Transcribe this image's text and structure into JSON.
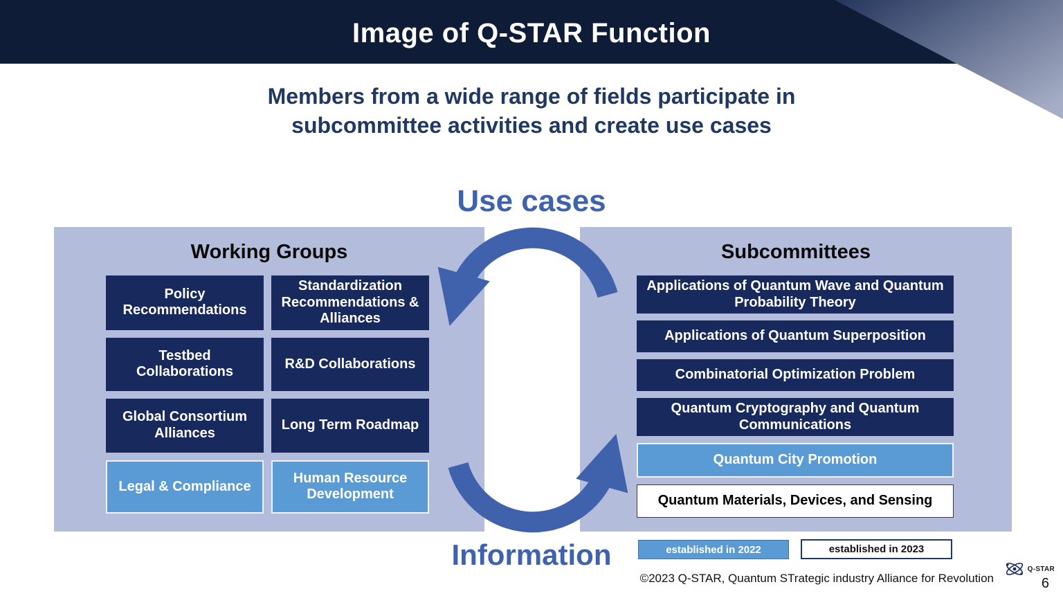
{
  "header": {
    "title": "Image of Q-STAR Function"
  },
  "subtitle": {
    "line1": "Members from a wide range of fields participate in",
    "line2": "subcommittee activities and create use cases"
  },
  "cycle": {
    "top_label": "Use cases",
    "bottom_label": "Information"
  },
  "working_groups": {
    "title": "Working Groups",
    "items": [
      {
        "label": "Policy Recommendations",
        "style": "dark"
      },
      {
        "label": "Standardization Recommendations & Alliances",
        "style": "dark"
      },
      {
        "label": "Testbed Collaborations",
        "style": "dark"
      },
      {
        "label": "R&D Collaborations",
        "style": "dark"
      },
      {
        "label": "Global Consortium Alliances",
        "style": "dark"
      },
      {
        "label": "Long Term Roadmap",
        "style": "dark"
      },
      {
        "label": "Legal & Compliance",
        "style": "light"
      },
      {
        "label": "Human Resource Development",
        "style": "light"
      }
    ]
  },
  "subcommittees": {
    "title": "Subcommittees",
    "items": [
      {
        "label": "Applications of Quantum Wave and Quantum Probability Theory",
        "style": "dark"
      },
      {
        "label": "Applications of Quantum Superposition",
        "style": "dark"
      },
      {
        "label": "Combinatorial Optimization Problem",
        "style": "dark"
      },
      {
        "label": "Quantum Cryptography and Quantum Communications",
        "style": "dark"
      },
      {
        "label": "Quantum City Promotion",
        "style": "light"
      },
      {
        "label": "Quantum Materials, Devices, and Sensing",
        "style": "white"
      }
    ]
  },
  "legend": {
    "established_2022": "established in 2022",
    "established_2023": "established in 2023"
  },
  "footer": {
    "copyright": "©2023  Q-STAR, Quantum STrategic industry Alliance for Revolution",
    "logo_text": "Q-STAR",
    "page_number": "6"
  },
  "colors": {
    "header_bg": "#0e1c38",
    "accent_blue": "#3f62ae",
    "panel_bg": "#b4bcdb",
    "box_dark": "#17295d",
    "box_light": "#5b9bd5",
    "subtitle_text": "#1f3864"
  }
}
